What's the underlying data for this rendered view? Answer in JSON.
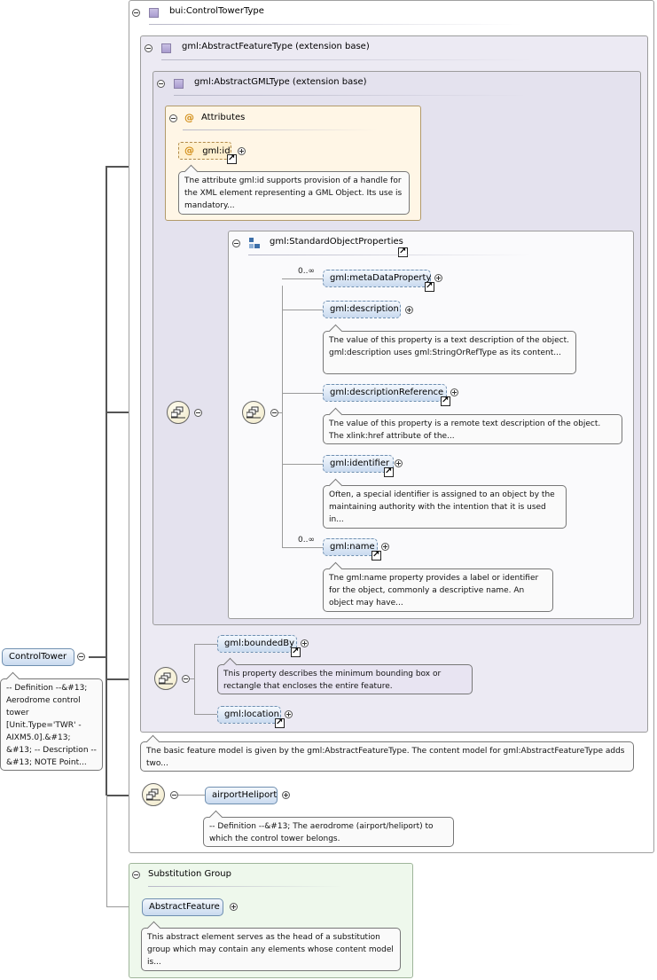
{
  "root_type": {
    "title": "bui:ControlTowerType"
  },
  "abstract_feature_type": {
    "title": "gml:AbstractFeatureType (extension base)"
  },
  "abstract_gml_type": {
    "title": "gml:AbstractGMLType (extension base)"
  },
  "attributes": {
    "title": "Attributes",
    "icon": "@",
    "gml_id": {
      "label": "gml:id",
      "doc": "The attribute gml:id supports provision of a handle for the XML element representing a GML Object. Its use is mandatory..."
    }
  },
  "standard_object_properties": {
    "title": "gml:StandardObjectProperties",
    "items": [
      {
        "label": "gml:metaDataProperty",
        "cardinality": "0..∞",
        "doc": ""
      },
      {
        "label": "gml:description",
        "cardinality": "",
        "doc": "The value of this property is a text description of the object. gml:description uses gml:StringOrRefType as its content..."
      },
      {
        "label": "gml:descriptionReference",
        "cardinality": "",
        "doc": "The value of this property is a remote text description of the object. The xlink:href attribute of the..."
      },
      {
        "label": "gml:identifier",
        "cardinality": "",
        "doc": "Often, a special identifier is assigned to an object by the maintaining authority with the intention that it is used in..."
      },
      {
        "label": "gml:name",
        "cardinality": "0..∞",
        "doc": "The gml:name property provides a label or identifier for the object, commonly a descriptive name. An object may have..."
      }
    ]
  },
  "feature_props": {
    "bounded_by": {
      "label": "gml:boundedBy",
      "doc": "This property describes the minimum bounding box or rectangle that encloses the entire feature."
    },
    "location": {
      "label": "gml:location"
    },
    "feature_doc": "The basic feature model is given by the gml:AbstractFeatureType. The content model for gml:AbstractFeatureType adds two..."
  },
  "airport_heliport": {
    "label": "airportHeliport",
    "doc": "-- Definition --&#13; The aerodrome (airport/heliport) to which the control tower belongs."
  },
  "control_tower": {
    "label": "ControlTower",
    "doc": "-- Definition --&#13; Aerodrome control tower [Unit.Type='TWR' - AIXM5.0].&#13; &#13; -- Description --&#13; NOTE Point..."
  },
  "substitution_group": {
    "title": "Substitution Group",
    "element": {
      "label": "AbstractFeature",
      "doc": "This abstract element serves as the head of a substitution group which may contain any elements whose content model is..."
    }
  },
  "colors": {
    "element_fill": "#c9daef",
    "attr_fill": "#fff0cf",
    "type_fill": "#eceaf3",
    "subst_fill": "#eef8ec"
  },
  "icons": [
    "minus-icon",
    "plus-icon",
    "type-icon",
    "sequence-icon",
    "link-arrow-icon",
    "attribute-icon",
    "group-icon"
  ]
}
